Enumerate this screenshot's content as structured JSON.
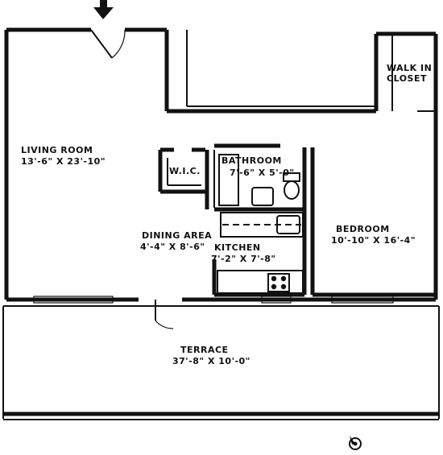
{
  "rooms": {
    "living_room": {
      "name": "LIVING ROOM",
      "size": "13'-6\" X 23'-10\""
    },
    "wic": {
      "name": "W.I.C."
    },
    "bathroom": {
      "name": "BATHROOM",
      "size": "7'-6\" X 5'-0\""
    },
    "dining_area": {
      "name": "DINING AREA",
      "size": "4'-4\" X 8'-6\""
    },
    "kitchen": {
      "name": "KITCHEN",
      "size": "7'-2\" X 7'-8\""
    },
    "bedroom": {
      "name": "BEDROOM",
      "size": "10'-10\" X 16'-4\""
    },
    "walk_in_closet": {
      "name_line1": "WALK IN",
      "name_line2": "CLOSET"
    },
    "terrace": {
      "name": "TERRACE",
      "size": "37'-8\" X 10'-0\""
    }
  },
  "icons": {
    "entry": "entry-arrow-icon",
    "north": "north-compass-icon"
  }
}
